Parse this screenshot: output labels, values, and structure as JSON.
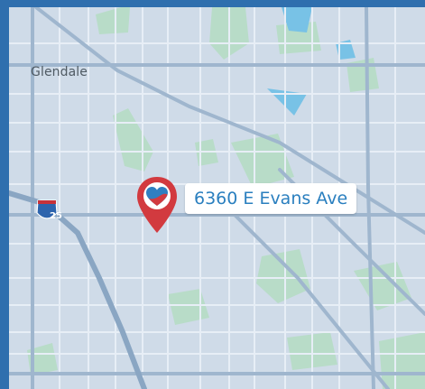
{
  "map": {
    "place_label": "Glendale",
    "highway_shield": "25",
    "location": {
      "address": "6360 E Evans Ave",
      "marker_icon": "heart-location-pin-icon"
    }
  },
  "colors": {
    "frame": "#2f6fae",
    "land": "#cfdbe8",
    "road": "#e7eef6",
    "major_road": "#9fb6ce",
    "park": "#b8dcc8",
    "water": "#78c2e6",
    "pin": "#d23a3f",
    "address_text": "#2a7fbf",
    "callout_bg": "#ffffff"
  }
}
